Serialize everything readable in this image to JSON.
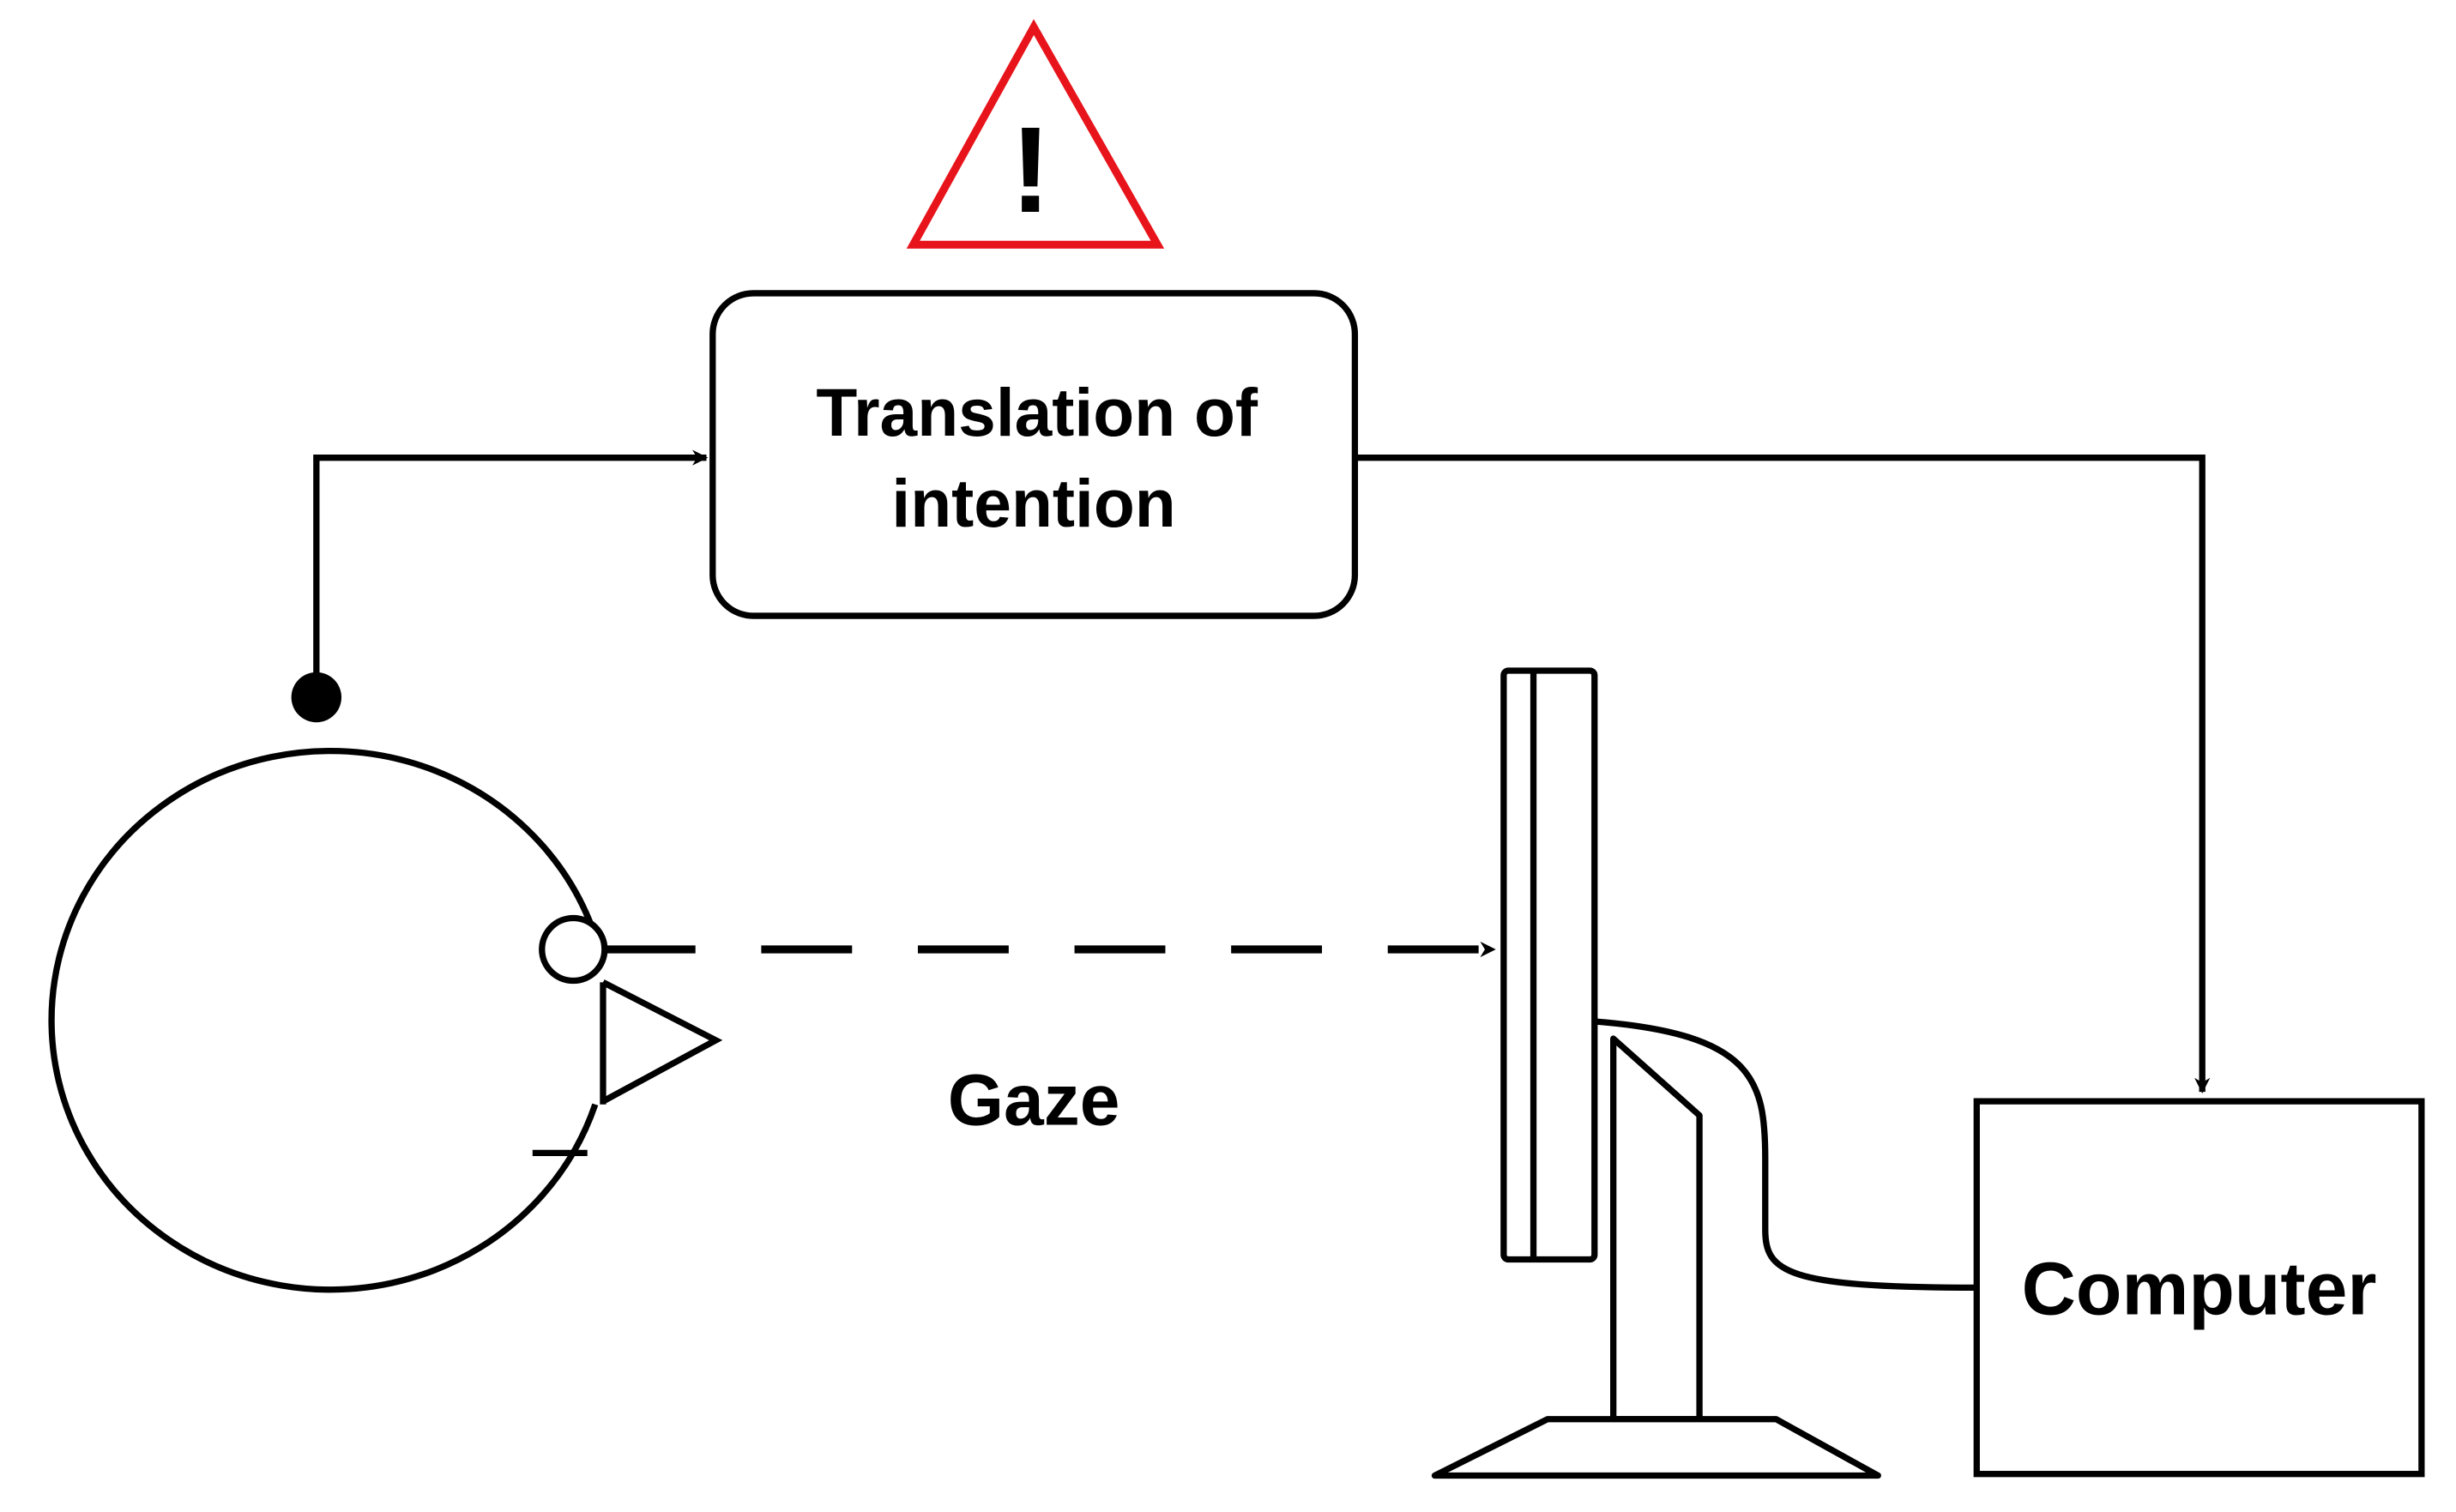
{
  "process_box": {
    "line1": "Translation of",
    "line2": "intention"
  },
  "warning": {
    "symbol": "!",
    "color": "#e8141c"
  },
  "gaze_label": "Gaze",
  "computer_label": "Computer",
  "icons": {
    "warning": "warning-triangle-icon",
    "head": "head-profile-icon",
    "monitor": "monitor-icon"
  },
  "colors": {
    "stroke": "#000000",
    "background": "#ffffff"
  }
}
